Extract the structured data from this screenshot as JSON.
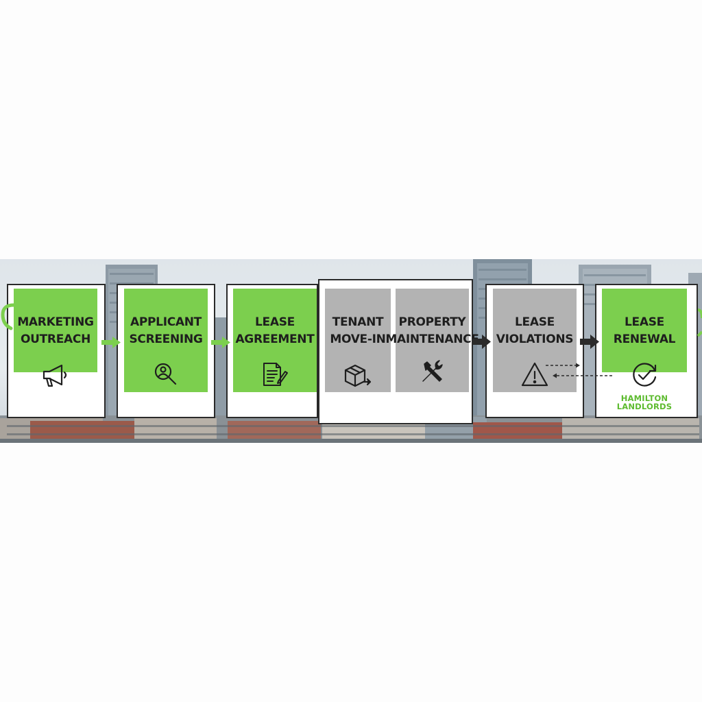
{
  "colors": {
    "accent_green": "#7ccf4e",
    "stage_gray": "#b3b3b3",
    "frame_border": "#2a2a2a",
    "logo_green": "#5dbb2f"
  },
  "stages": [
    {
      "id": "marketing-outreach",
      "label": "MARKETING\nOUTREACH",
      "color": "green",
      "icon": "megaphone-icon"
    },
    {
      "id": "applicant-screening",
      "label": "APPLICANT\nSCREENING",
      "color": "green",
      "icon": "search-user-icon"
    },
    {
      "id": "lease-agreement",
      "label": "LEASE\nAGREEMENT",
      "color": "green",
      "icon": "document-pen-icon"
    },
    {
      "id": "tenant-move-in",
      "label": "TENANT\nMOVE-IN",
      "color": "gray",
      "icon": "box-arrow-icon"
    },
    {
      "id": "property-maintenance",
      "label": "PROPERTY\nMAINTENANCE",
      "color": "gray",
      "icon": "tools-icon"
    },
    {
      "id": "lease-violations",
      "label": "LEASE\nVIOLATIONS",
      "color": "gray",
      "icon": "warning-icon"
    },
    {
      "id": "lease-renewal",
      "label": "LEASE\nRENEWAL",
      "color": "green",
      "icon": "renew-check-icon"
    }
  ],
  "logo": {
    "line1": "HAMILTON",
    "line2": "LANDLORDS"
  }
}
